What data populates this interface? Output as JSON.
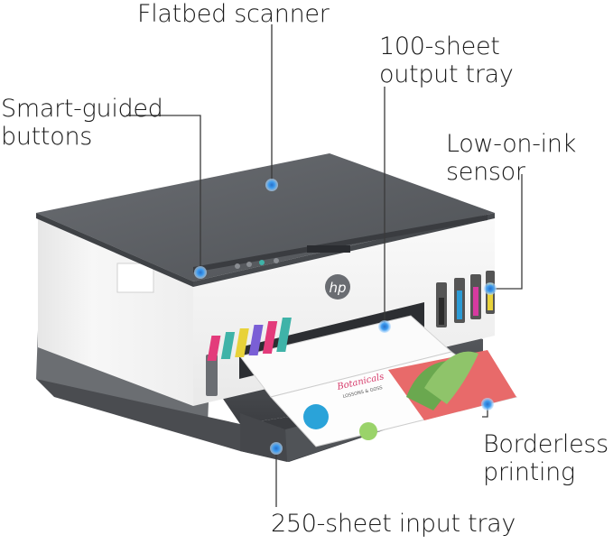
{
  "callouts": {
    "flatbed_scanner": "Flatbed scanner",
    "output_tray": [
      "100-sheet",
      "output tray"
    ],
    "smart_buttons": [
      "Smart-guided",
      "buttons"
    ],
    "low_ink_sensor": [
      "Low-on-ink",
      "sensor"
    ],
    "borderless_printing": [
      "Borderless",
      "printing"
    ],
    "input_tray": "250-sheet input tray"
  },
  "product": {
    "brand_logo": "hp",
    "printout_heading": [
      "Botanicals",
      "LOSSONS & GOSS"
    ]
  },
  "colors": {
    "callout_dot": "#1f7fd6",
    "leader_line": "#3a3a3a",
    "lid": "#5b5e62",
    "body": "#f3f3f3",
    "base": "#4a4c50"
  }
}
